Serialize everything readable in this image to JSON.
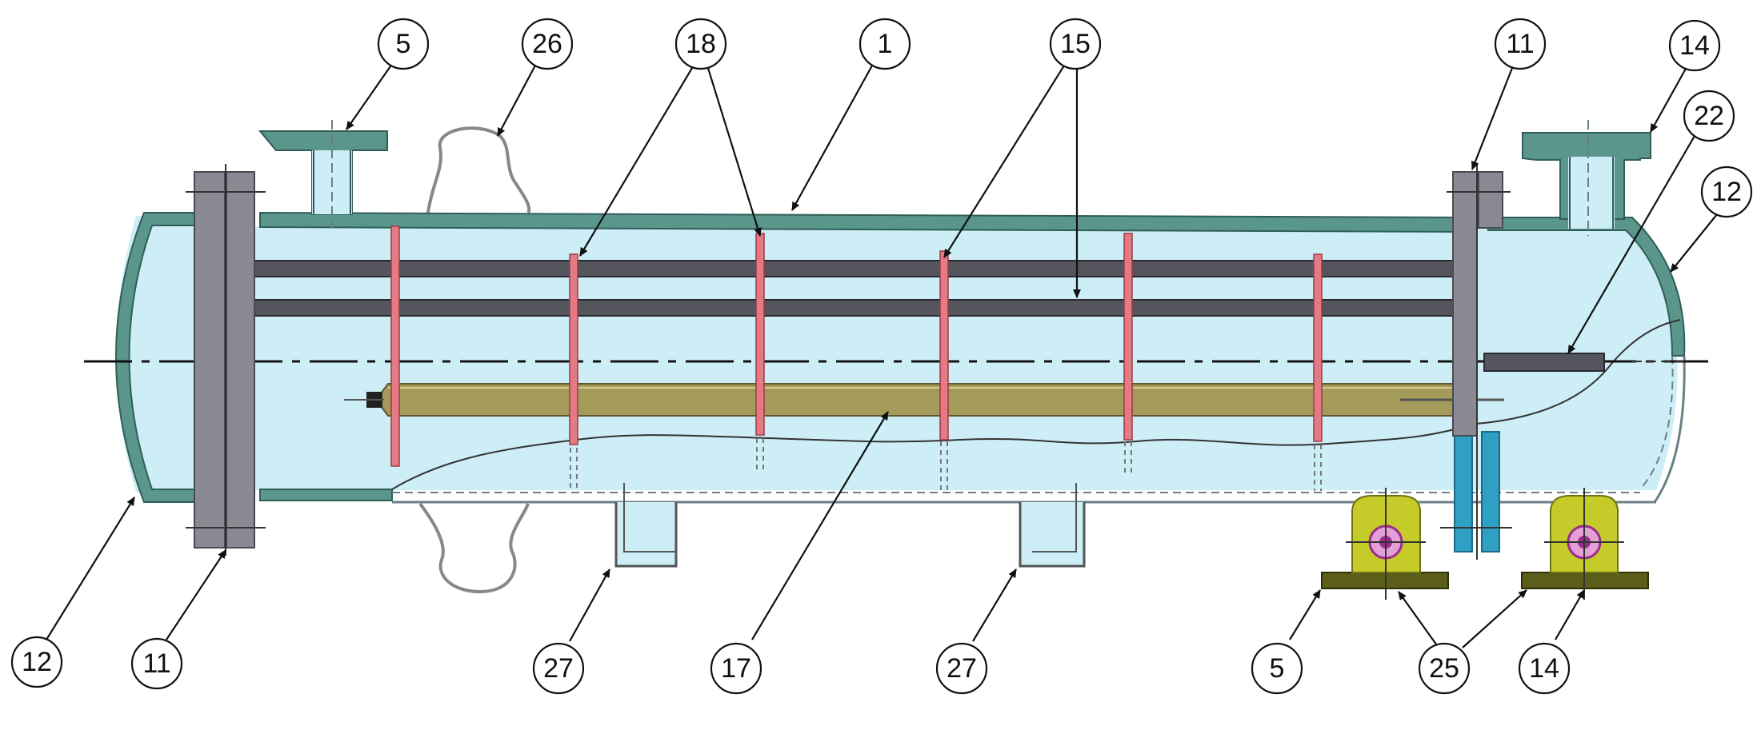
{
  "colors": {
    "shell": "#5a968c",
    "shell_dark": "#2f5e57",
    "fluid": "#cdeef7",
    "flange": "#8a8a94",
    "flange_dark": "#4a4a52",
    "tube": "#55555e",
    "baffle": "#e37a84",
    "baffle_dark": "#9c3b46",
    "rod": "#a49a5a",
    "rod_dark": "#5e5830",
    "support": "#c5cc2a",
    "support_base": "#5a5e18",
    "bolt": "#e2a0d6",
    "bolt_ring": "#9a2d8c",
    "nozzle_blue": "#2f9fc4",
    "leader": "#111111"
  },
  "callouts": [
    {
      "label": "5"
    },
    {
      "label": "26"
    },
    {
      "label": "18"
    },
    {
      "label": "1"
    },
    {
      "label": "15"
    },
    {
      "label": "11"
    },
    {
      "label": "14"
    },
    {
      "label": "22"
    },
    {
      "label": "12"
    },
    {
      "label": "12"
    },
    {
      "label": "11"
    },
    {
      "label": "27"
    },
    {
      "label": "17"
    },
    {
      "label": "27"
    },
    {
      "label": "5"
    },
    {
      "label": "25"
    },
    {
      "label": "14"
    }
  ]
}
